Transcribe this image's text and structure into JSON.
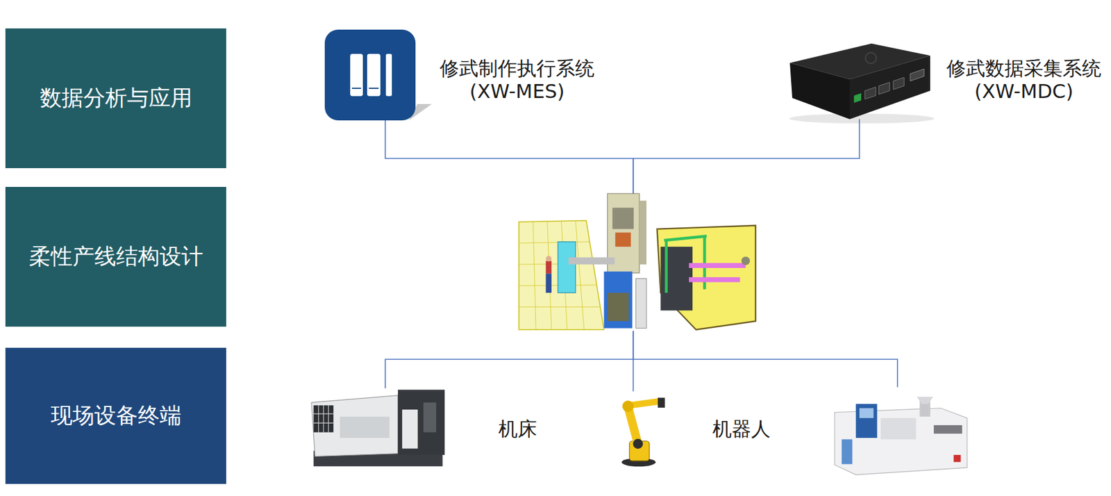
{
  "diagram": {
    "nodes": [
      {
        "text": [
          "数据分析与应用"
        ]
      },
      {
        "text": [
          "柔性产线结构设计"
        ]
      },
      {
        "text": [
          "现场设备终端"
        ]
      },
      {
        "text": [
          "修武制作执行系统 (XW-MES)"
        ]
      },
      {
        "text": [
          "修武数据采集系统 (XW-MDC)"
        ]
      },
      {
        "text": []
      },
      {
        "text": [
          "机床"
        ]
      },
      {
        "text": [
          "机器人"
        ]
      },
      {
        "text": []
      }
    ],
    "edges": [
      {
        "from": 3,
        "to": 5,
        "arrow": "none"
      },
      {
        "from": 4,
        "to": 5,
        "arrow": "none"
      },
      {
        "from": 5,
        "to": 6,
        "arrow": "none"
      },
      {
        "from": 5,
        "to": 7,
        "arrow": "none"
      },
      {
        "from": 5,
        "to": 8,
        "arrow": "none"
      }
    ]
  }
}
